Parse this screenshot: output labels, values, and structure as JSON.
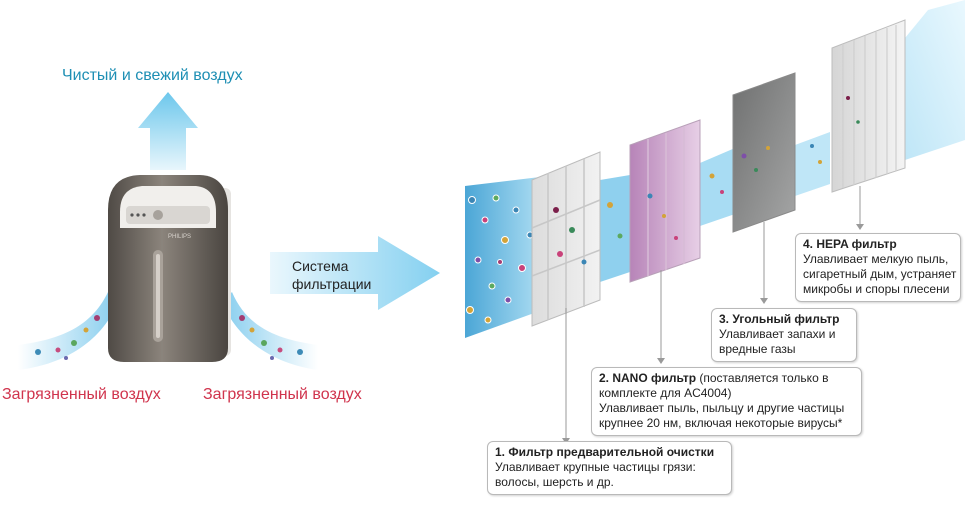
{
  "clean_air_label": "Чистый и свежий воздух",
  "dirty_air_label_left": "Загрязненный воздух",
  "dirty_air_label_right": "Загрязненный воздух",
  "system_label": {
    "line1": "Система",
    "line2": "фильтрации"
  },
  "device_brand": "PHILIPS",
  "filters": [
    {
      "title": "1. Фильтр предварительной очистки",
      "lines": [
        "Улавливает крупные частицы грязи:",
        "волосы, шерсть и др."
      ]
    },
    {
      "title": "2. NANO фильтр",
      "note": " (поставляется только в",
      "lines": [
        "комплекте для AC4004)",
        "Улавливает пыль, пыльцу и другие частицы",
        "крупнее 20 нм, включая некоторые вирусы*"
      ]
    },
    {
      "title": "3. Угольный фильтр",
      "lines": [
        "Улавливает  запахи и",
        "вредные газы"
      ]
    },
    {
      "title": "4. HEPA фильтр",
      "lines": [
        "Улавливает мелкую пыль,",
        "сигаретный дым, устраняет",
        "микробы и споры плесени"
      ]
    }
  ],
  "colors": {
    "clean": "#1e8fb4",
    "dirty": "#d0344d",
    "air_flow": "#8fd0ee",
    "device": "#6b645c"
  }
}
